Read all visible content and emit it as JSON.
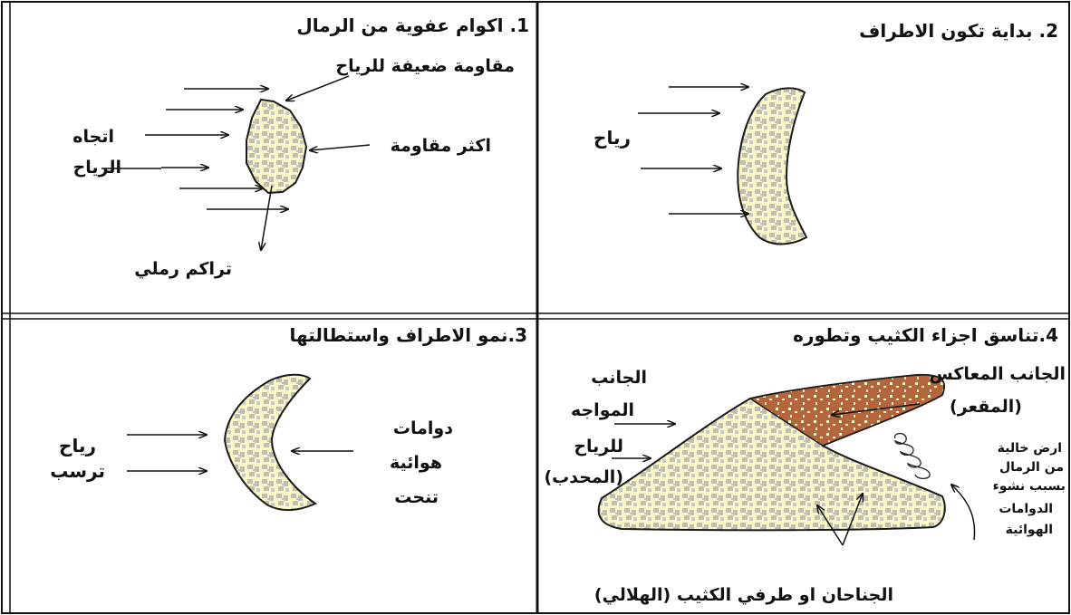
{
  "colors": {
    "line": "#111111",
    "dune_outline": "#1a1a1a",
    "dune_fill": "#fbf7c6",
    "sand_dots": "#bdbdbd",
    "concave_fill": "#b5653c",
    "grid_border": "#111111"
  },
  "panel1": {
    "title": "1. اكوام عفوية من الرمال",
    "weak_resistance": "مقاومة ضعيفة للرياح",
    "most_resistance": "اكثر مقاومة",
    "wind_dir_1": "اتجاه",
    "wind_dir_2": "الرياح",
    "sand_accumulation": "تراكم رملي"
  },
  "panel2": {
    "title": "2. بداية تكون الاطراف",
    "wind": "رياح"
  },
  "panel3": {
    "title": "3.نمو الاطراف واستطالتها",
    "wind": "رياح",
    "deposit": "ترسب",
    "eddies": [
      "دوامات",
      "هوائية",
      "تنحت"
    ]
  },
  "panel4": {
    "title": "4.تناسق اجزاء الكثيب وتطوره",
    "windward": [
      "الجانب",
      "المواجه",
      "للرياح",
      "(المحدب)"
    ],
    "leeward_1": "الجانب المعاكس",
    "leeward_2": "(المقعر)",
    "empty_land": [
      "ارض خالية",
      "من الرمال",
      "بسبب نشوء",
      "الدوامات",
      "الهوائية"
    ],
    "wings": "الجناحان او طرفي الكثيب (الهلالي)"
  }
}
